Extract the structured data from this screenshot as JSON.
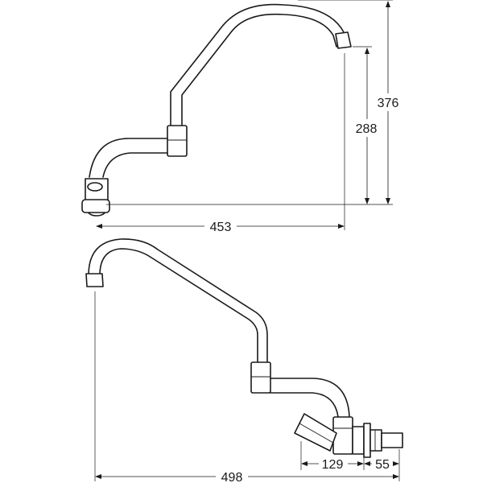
{
  "dimensions": {
    "top_height_total": "376",
    "top_height_outlet": "288",
    "top_reach": "453",
    "bottom_reach": "498",
    "bottom_body": "129",
    "bottom_connection": "55"
  }
}
